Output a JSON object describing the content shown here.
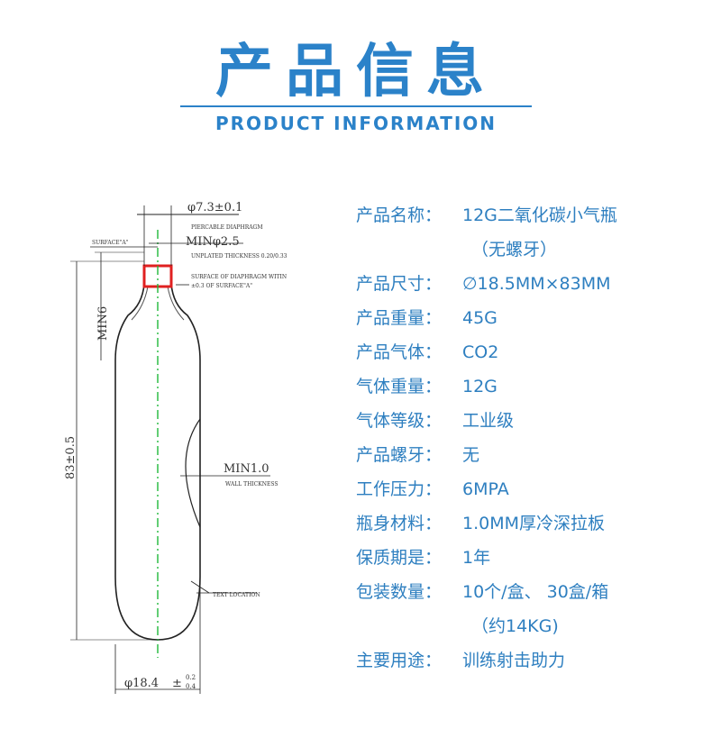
{
  "header": {
    "title_cn": "产品信息",
    "title_en": "PRODUCT INFORMATION"
  },
  "drawing": {
    "dim_top": "φ7.3±0.1",
    "piercable": "PIERCABLE DIAPHRAGM",
    "surface_a": "SURFACE\"A\"",
    "min_diam": "MINφ2.5",
    "unplated": "UNPLATED THICKNESS 0.20/0.33",
    "surface_diaphragm_1": "SURFACE OF DIAPHRAGM WITIN",
    "surface_diaphragm_2": "±0.3 OF SURFACE\"A\"",
    "min6": "MIN6",
    "length": "83±0.5",
    "min_wall": "MIN1.0",
    "wall_thickness": "WALL THICKNESS",
    "text_location": "TEXT LOCATION",
    "dim_bottom": "φ18.4",
    "tol_top": "0.2",
    "tol_bottom": "0.4",
    "pm": "±"
  },
  "specs": [
    {
      "label": "产品名称：",
      "value": "12G二氧化碳小气瓶",
      "cont": "（无螺牙）"
    },
    {
      "label": "产品尺寸：",
      "value": "∅18.5MM×83MM"
    },
    {
      "label": "产品重量：",
      "value": "45G"
    },
    {
      "label": "产品气体：",
      "value": "CO2"
    },
    {
      "label": "气体重量：",
      "value": "12G"
    },
    {
      "label": "气体等级：",
      "value": "工业级"
    },
    {
      "label": "产品螺牙：",
      "value": "无"
    },
    {
      "label": "工作压力：",
      "value": "6MPA"
    },
    {
      "label": "瓶身材料：",
      "value": "1.0MM厚冷深拉板"
    },
    {
      "label": "保质期是：",
      "value": "1年"
    },
    {
      "label": "包装数量：",
      "value": "10个/盒、 30盒/箱",
      "cont": "（约14KG)"
    },
    {
      "label": "主要用途：",
      "value": "训练射击助力"
    }
  ],
  "colors": {
    "accent": "#2b82c9",
    "center_line": "#1fb83a",
    "nozzle": "#e02020"
  }
}
